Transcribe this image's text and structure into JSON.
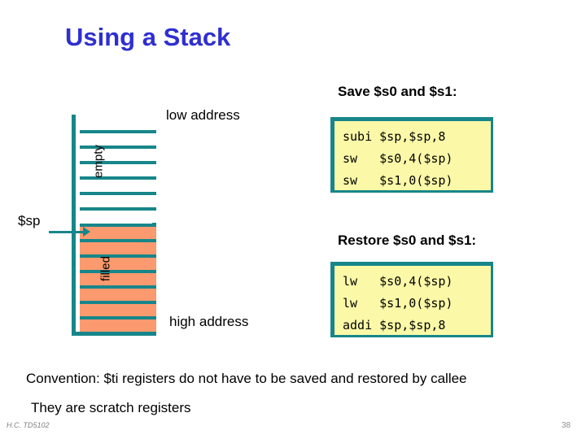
{
  "slide": {
    "title": "Using a Stack",
    "title_color": "#2f2fd0"
  },
  "stack_diagram": {
    "border_color": "#17868a",
    "empty_cell_color": "#ffffff",
    "filled_cell_color": "#fb9a6e",
    "empty_label": "empty",
    "filled_label": "filled",
    "empty_cell_count": 7,
    "filled_cell_count": 7,
    "low_address_label": "low address",
    "high_address_label": "high address",
    "stack_pointer_label": "$sp"
  },
  "save_section": {
    "heading": "Save $s0 and $s1:",
    "box_bg_color": "#fbf9a8",
    "box_border_color": "#17868a",
    "code_lines": [
      "subi $sp,$sp,8",
      "sw   $s0,4($sp)",
      "sw   $s1,0($sp)"
    ]
  },
  "restore_section": {
    "heading": "Restore $s0 and $s1:",
    "box_bg_color": "#fbf9a8",
    "box_border_color": "#17868a",
    "code_lines": [
      "lw   $s0,4($sp)",
      "lw   $s1,0($sp)",
      "addi $sp,$sp,8"
    ]
  },
  "body_text": {
    "convention": "Convention: $ti registers do not have to be saved and restored by callee",
    "scratch": "They are scratch registers"
  },
  "footer": {
    "credit": "H.C. TD5102",
    "page_number": "38"
  }
}
